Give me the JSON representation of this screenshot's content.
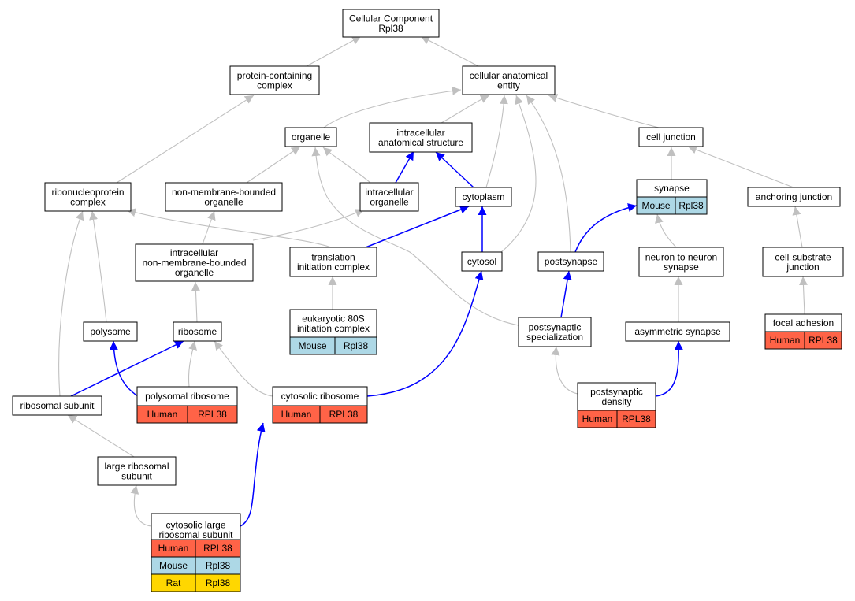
{
  "colors": {
    "Human": "#ff6347",
    "Mouse": "#add8e6",
    "Rat": "#ffd700",
    "highlight_edge": "#0000ff",
    "plain_edge": "#c0c0c0"
  },
  "nodes": {
    "root": {
      "lines": [
        "Cellular Component",
        "Rpl38"
      ]
    },
    "protein_containing_complex": {
      "lines": [
        "protein-containing",
        "complex"
      ]
    },
    "cellular_anatomical_entity": {
      "lines": [
        "cellular anatomical",
        "entity"
      ]
    },
    "organelle": {
      "lines": [
        "organelle"
      ]
    },
    "intracellular_anatomical_structure": {
      "lines": [
        "intracellular",
        "anatomical structure"
      ]
    },
    "cell_junction": {
      "lines": [
        "cell junction"
      ]
    },
    "ribonucleoprotein_complex": {
      "lines": [
        "ribonucleoprotein",
        "complex"
      ]
    },
    "non_membrane_bounded_organelle": {
      "lines": [
        "non-membrane-bounded",
        "organelle"
      ]
    },
    "intracellular_organelle": {
      "lines": [
        "intracellular",
        "organelle"
      ]
    },
    "cytoplasm": {
      "lines": [
        "cytoplasm"
      ]
    },
    "synapse": {
      "lines": [
        "synapse"
      ],
      "annotations": [
        {
          "species": "Mouse",
          "gene": "Rpl38"
        }
      ]
    },
    "anchoring_junction": {
      "lines": [
        "anchoring junction"
      ]
    },
    "intracellular_non_membrane_bounded_organelle": {
      "lines": [
        "intracellular",
        "non-membrane-bounded",
        "organelle"
      ]
    },
    "translation_initiation_complex": {
      "lines": [
        "translation",
        "initiation complex"
      ]
    },
    "cytosol": {
      "lines": [
        "cytosol"
      ]
    },
    "postsynapse": {
      "lines": [
        "postsynapse"
      ]
    },
    "neuron_to_neuron_synapse": {
      "lines": [
        "neuron to neuron",
        "synapse"
      ]
    },
    "cell_substrate_junction": {
      "lines": [
        "cell-substrate",
        "junction"
      ]
    },
    "eukaryotic_80s_initiation_complex": {
      "lines": [
        "eukaryotic 80S",
        "initiation complex"
      ],
      "annotations": [
        {
          "species": "Mouse",
          "gene": "Rpl38"
        }
      ]
    },
    "polysome": {
      "lines": [
        "polysome"
      ]
    },
    "ribosome": {
      "lines": [
        "ribosome"
      ]
    },
    "postsynaptic_specialization": {
      "lines": [
        "postsynaptic",
        "specialization"
      ]
    },
    "asymmetric_synapse": {
      "lines": [
        "asymmetric synapse"
      ]
    },
    "focal_adhesion": {
      "lines": [
        "focal adhesion"
      ],
      "annotations": [
        {
          "species": "Human",
          "gene": "RPL38"
        }
      ]
    },
    "ribosomal_subunit": {
      "lines": [
        "ribosomal subunit"
      ]
    },
    "polysomal_ribosome": {
      "lines": [
        "polysomal ribosome"
      ],
      "annotations": [
        {
          "species": "Human",
          "gene": "RPL38"
        }
      ]
    },
    "cytosolic_ribosome": {
      "lines": [
        "cytosolic ribosome"
      ],
      "annotations": [
        {
          "species": "Human",
          "gene": "RPL38"
        }
      ]
    },
    "postsynaptic_density": {
      "lines": [
        "postsynaptic",
        "density"
      ],
      "annotations": [
        {
          "species": "Human",
          "gene": "RPL38"
        }
      ]
    },
    "large_ribosomal_subunit": {
      "lines": [
        "large ribosomal",
        "subunit"
      ]
    },
    "cytosolic_large_ribosomal_subunit": {
      "lines": [
        "cytosolic large",
        "ribosomal subunit"
      ],
      "annotations": [
        {
          "species": "Human",
          "gene": "RPL38"
        },
        {
          "species": "Mouse",
          "gene": "Rpl38"
        },
        {
          "species": "Rat",
          "gene": "Rpl38"
        }
      ]
    }
  },
  "edges": [
    {
      "from": "protein_containing_complex",
      "to": "root",
      "highlight": false
    },
    {
      "from": "cellular_anatomical_entity",
      "to": "root",
      "highlight": false
    },
    {
      "from": "organelle",
      "to": "cellular_anatomical_entity",
      "highlight": false
    },
    {
      "from": "intracellular_anatomical_structure",
      "to": "cellular_anatomical_entity",
      "highlight": false
    },
    {
      "from": "cell_junction",
      "to": "cellular_anatomical_entity",
      "highlight": false
    },
    {
      "from": "cytoplasm",
      "to": "cellular_anatomical_entity",
      "highlight": false
    },
    {
      "from": "cytosol",
      "to": "cellular_anatomical_entity",
      "highlight": false
    },
    {
      "from": "postsynapse",
      "to": "cellular_anatomical_entity",
      "highlight": false
    },
    {
      "from": "ribonucleoprotein_complex",
      "to": "protein_containing_complex",
      "highlight": false
    },
    {
      "from": "non_membrane_bounded_organelle",
      "to": "organelle",
      "highlight": false
    },
    {
      "from": "intracellular_organelle",
      "to": "organelle",
      "highlight": false
    },
    {
      "from": "postsynaptic_specialization",
      "to": "organelle",
      "highlight": false
    },
    {
      "from": "intracellular_organelle",
      "to": "intracellular_anatomical_structure",
      "highlight": true
    },
    {
      "from": "cytoplasm",
      "to": "intracellular_anatomical_structure",
      "highlight": true
    },
    {
      "from": "synapse",
      "to": "cell_junction",
      "highlight": false
    },
    {
      "from": "anchoring_junction",
      "to": "cell_junction",
      "highlight": false
    },
    {
      "from": "translation_initiation_complex",
      "to": "ribonucleoprotein_complex",
      "highlight": false
    },
    {
      "from": "ribosomal_subunit",
      "to": "ribonucleoprotein_complex",
      "highlight": false
    },
    {
      "from": "polysome",
      "to": "ribonucleoprotein_complex",
      "highlight": false
    },
    {
      "from": "intracellular_non_membrane_bounded_organelle",
      "to": "non_membrane_bounded_organelle",
      "highlight": false
    },
    {
      "from": "intracellular_non_membrane_bounded_organelle",
      "to": "intracellular_organelle",
      "highlight": false
    },
    {
      "from": "translation_initiation_complex",
      "to": "cytoplasm",
      "highlight": true
    },
    {
      "from": "cytosol",
      "to": "cytoplasm",
      "highlight": true
    },
    {
      "from": "postsynapse",
      "to": "synapse",
      "highlight": true
    },
    {
      "from": "neuron_to_neuron_synapse",
      "to": "synapse",
      "highlight": false
    },
    {
      "from": "cell_substrate_junction",
      "to": "anchoring_junction",
      "highlight": false
    },
    {
      "from": "ribosome",
      "to": "intracellular_non_membrane_bounded_organelle",
      "highlight": false
    },
    {
      "from": "eukaryotic_80s_initiation_complex",
      "to": "translation_initiation_complex",
      "highlight": false
    },
    {
      "from": "cytosolic_ribosome",
      "to": "cytosol",
      "highlight": true
    },
    {
      "from": "postsynaptic_specialization",
      "to": "postsynapse",
      "highlight": true
    },
    {
      "from": "asymmetric_synapse",
      "to": "neuron_to_neuron_synapse",
      "highlight": false
    },
    {
      "from": "focal_adhesion",
      "to": "cell_substrate_junction",
      "highlight": false
    },
    {
      "from": "polysomal_ribosome",
      "to": "polysome",
      "highlight": true
    },
    {
      "from": "polysomal_ribosome",
      "to": "ribosome",
      "highlight": false
    },
    {
      "from": "ribosomal_subunit",
      "to": "ribosome",
      "highlight": true
    },
    {
      "from": "cytosolic_ribosome",
      "to": "ribosome",
      "highlight": false
    },
    {
      "from": "postsynaptic_density",
      "to": "postsynaptic_specialization",
      "highlight": false
    },
    {
      "from": "postsynaptic_density",
      "to": "asymmetric_synapse",
      "highlight": true
    },
    {
      "from": "large_ribosomal_subunit",
      "to": "ribosomal_subunit",
      "highlight": false
    },
    {
      "from": "cytosolic_large_ribosomal_subunit",
      "to": "large_ribosomal_subunit",
      "highlight": false
    },
    {
      "from": "cytosolic_large_ribosomal_subunit",
      "to": "cytosolic_ribosome",
      "highlight": true
    }
  ]
}
